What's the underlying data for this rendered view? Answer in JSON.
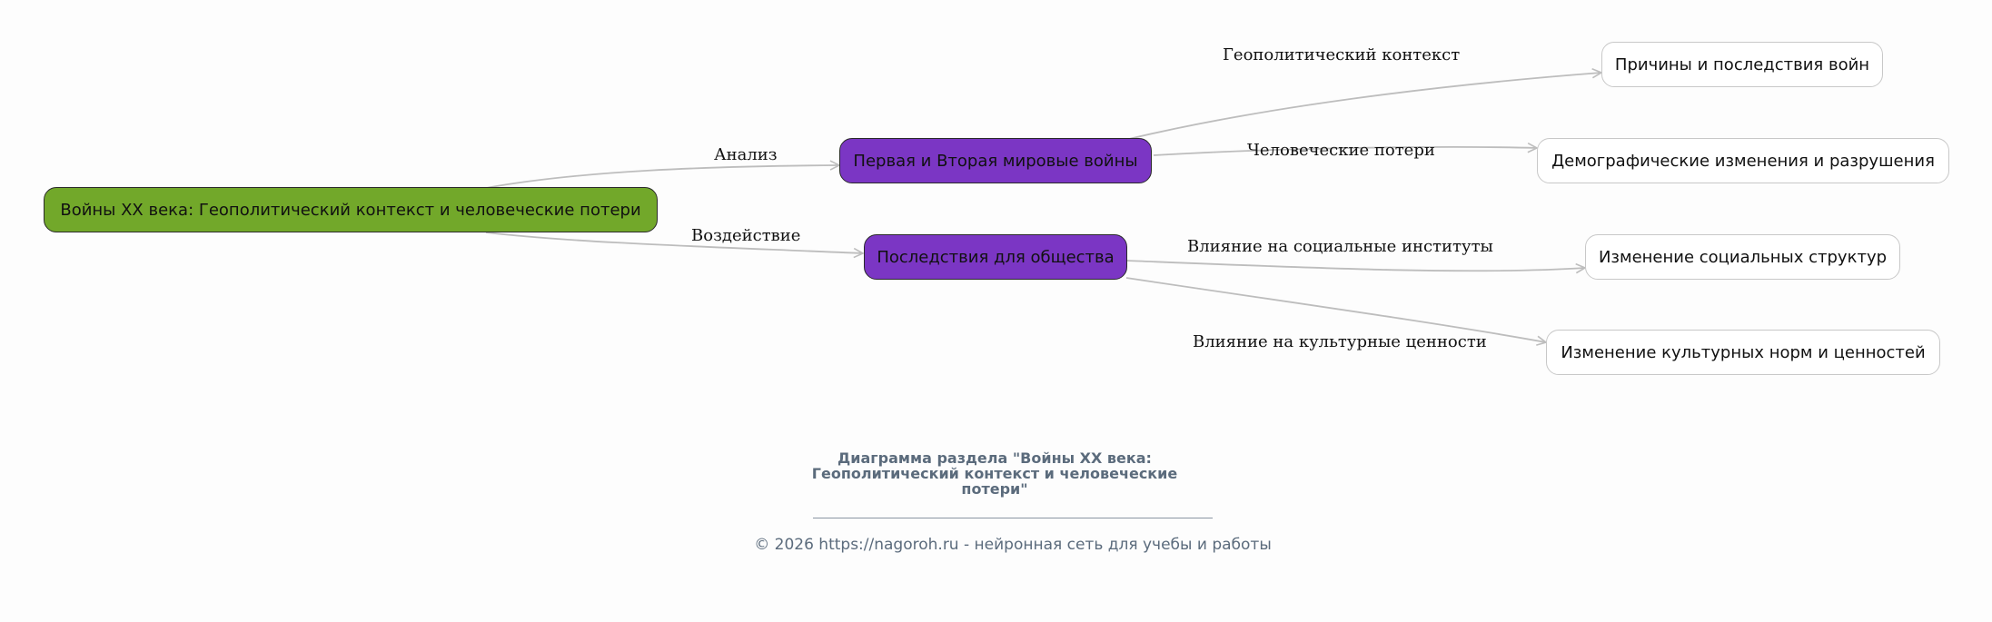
{
  "nodes": {
    "root": "Войны XX века: Геополитический контекст и человеческие потери",
    "wars": "Первая и Вторая мировые войны",
    "consequences": "Последствия для общества",
    "causes": "Причины и последствия войн",
    "demographic": "Демографические изменения и разрушения",
    "social": "Изменение социальных структур",
    "cultural": "Изменение культурных норм и ценностей"
  },
  "edges": {
    "analysis": "Анализ",
    "impact": "Воздействие",
    "geopolitical": "Геополитический контекст",
    "human_losses": "Человеческие потери",
    "social_institutions": "Влияние на социальные институты",
    "cultural_values": "Влияние на культурные ценности"
  },
  "colors": {
    "root_fill": "#72a82a",
    "mid_fill": "#7b36c4",
    "leaf_fill": "#ffffff",
    "edge": "#bdbdbd",
    "caption": "#5b6b7c"
  },
  "caption": {
    "line1": "Диаграмма раздела \"Войны XX века:",
    "line2": "Геополитический контекст и человеческие",
    "line3": "потери\""
  },
  "footer": {
    "copyright": "© 2026 https://nagoroh.ru - нейронная сеть для учебы и работы"
  }
}
